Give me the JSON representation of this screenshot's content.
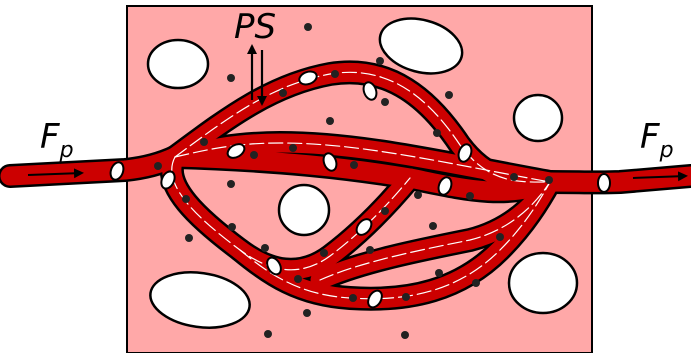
{
  "labels": {
    "permeability_symbol": "PS",
    "flow_left_main": "F",
    "flow_left_sub": "p",
    "flow_right_main": "F",
    "flow_right_sub": "p"
  },
  "colors": {
    "tissue": "#ffa8a8",
    "vessel": "#cc0000",
    "outline": "#000000",
    "cell": "#ffffff",
    "dot": "#222222"
  },
  "icons": {
    "exchange": "double-vertical-arrow-icon",
    "flow": "right-arrow-icon"
  }
}
